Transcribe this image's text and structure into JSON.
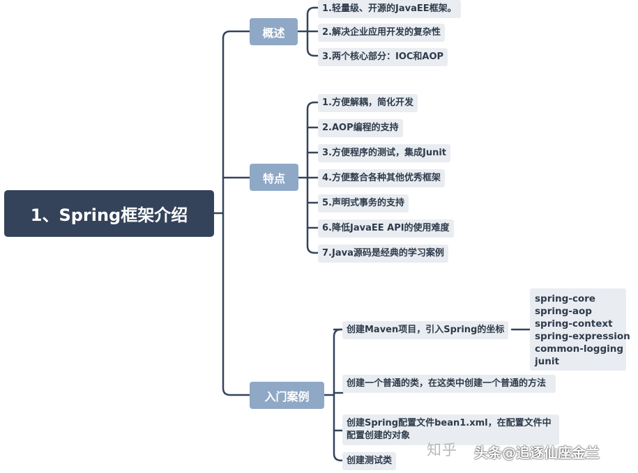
{
  "root": {
    "label": "1、Spring框架介绍"
  },
  "branches": {
    "overview": {
      "label": "概述",
      "items": [
        "1.轻量级、开源的JavaEE框架。",
        "2.解决企业应用开发的复杂性",
        "3.两个核心部分：IOC和AOP"
      ]
    },
    "features": {
      "label": "特点",
      "items": [
        "1.方便解耦，简化开发",
        "2.AOP编程的支持",
        "3.方便程序的测试，集成Junit",
        "4.方便整合各种其他优秀框架",
        "5.声明式事务的支持",
        "6.降低JavaEE API的使用难度",
        "7.Java源码是经典的学习案例"
      ]
    },
    "intro": {
      "label": "入门案例",
      "items": [
        "创建Maven项目，引入Spring的坐标",
        "创建一个普通的类，在这类中创建一个普通的方法",
        "创建Spring配置文件bean1.xml，在配置文件中配置创建的对象",
        "创建测试类"
      ],
      "coordinates": [
        "spring-core",
        "spring-aop",
        "spring-context",
        "spring-expression",
        "common-logging",
        "junit"
      ]
    }
  },
  "watermark": {
    "text1": "知乎",
    "text2": "头条@追逐仙座金兰"
  },
  "colors": {
    "root_bg": "#34435a",
    "branch_bg": "#8fa8c6",
    "leaf_bg": "#e9edf1",
    "line": "#34435a"
  }
}
